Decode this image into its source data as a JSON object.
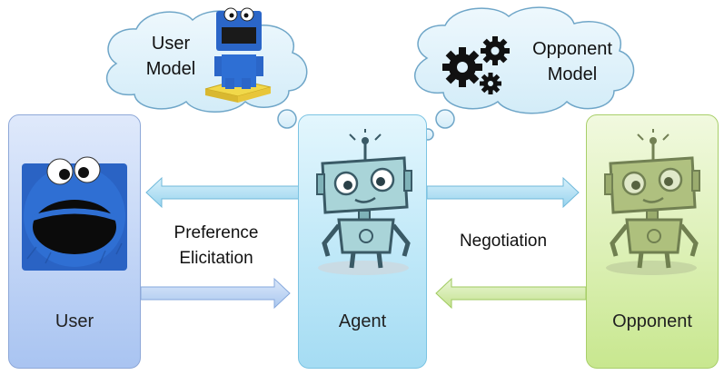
{
  "clouds": {
    "user_model": [
      "User",
      "Model"
    ],
    "opponent_model": [
      "Opponent",
      "Model"
    ]
  },
  "panels": {
    "user": "User",
    "agent": "Agent",
    "opponent": "Opponent"
  },
  "arrows": {
    "preference": [
      "Preference",
      "Elicitation"
    ],
    "negotiation": "Negotiation"
  },
  "colors": {
    "user_panel": "#c2d5f6",
    "agent_panel": "#bfe8f8",
    "opponent_panel": "#dcf0b5",
    "arrow_blue": "#bcd5f3",
    "arrow_cyan": "#a9dcf1",
    "arrow_green": "#d3ebb0",
    "cloud_fill": "#dff2fb"
  },
  "icons": [
    "cookie-monster-icon",
    "lego-figure-icon",
    "gears-icon",
    "robot-icon"
  ]
}
